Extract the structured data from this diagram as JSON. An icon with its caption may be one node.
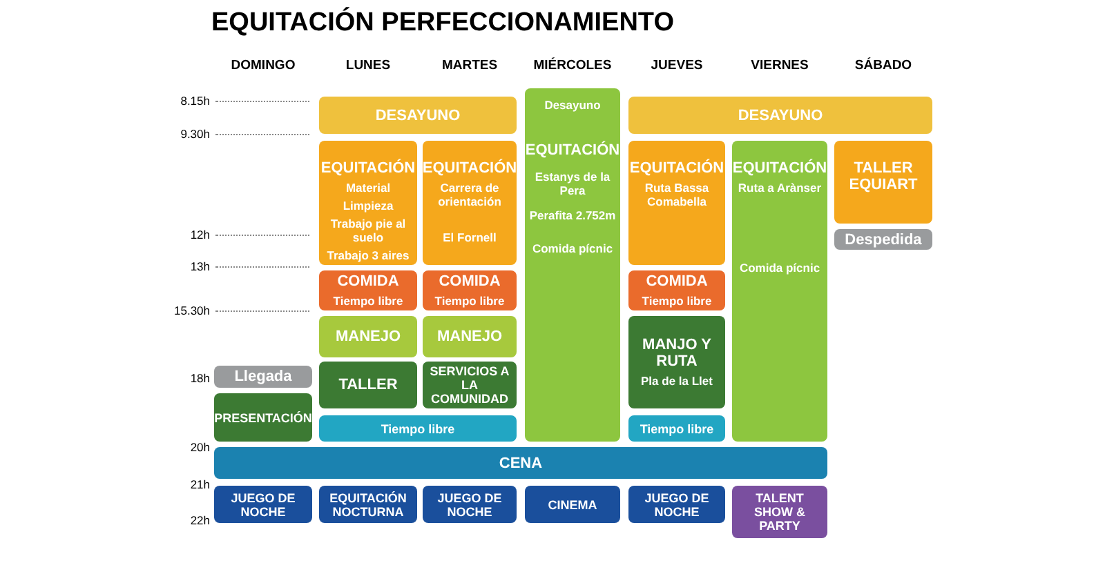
{
  "diagram": {
    "title": "EQUITACIÓN PERFECCIONAMIENTO",
    "nodes": [
      {
        "text": [
          "DESAYUNO"
        ]
      },
      {
        "text": [
          "Desayuno",
          "EQUITACIÓN",
          "Estanys de la Pera",
          "Perafita 2.752m",
          "Comida pícnic"
        ]
      },
      {
        "text": [
          "DESAYUNO"
        ]
      },
      {
        "text": [
          "EQUITACIÓN",
          "Material",
          "Limpieza",
          "Trabajo pie al suelo",
          "Trabajo 3 aires"
        ]
      },
      {
        "text": [
          "EQUITACIÓN",
          "Carrera de orientación",
          "El Fornell"
        ]
      },
      {
        "text": [
          "EQUITACIÓN",
          "Ruta Bassa Comabella"
        ]
      },
      {
        "text": [
          "EQUITACIÓN",
          "Ruta a Arànser",
          "Comida pícnic"
        ]
      },
      {
        "text": [
          "TALLER EQUIART"
        ]
      },
      {
        "text": [
          "Despedida"
        ]
      },
      {
        "text": [
          "COMIDA",
          "Tiempo libre"
        ]
      },
      {
        "text": [
          "COMIDA",
          "Tiempo libre"
        ]
      },
      {
        "text": [
          "COMIDA",
          "Tiempo libre"
        ]
      },
      {
        "text": [
          "MANEJO"
        ]
      },
      {
        "text": [
          "MANEJO"
        ]
      },
      {
        "text": [
          "MANJO Y RUTA",
          "Pla de la Llet"
        ]
      },
      {
        "text": [
          "Llegada"
        ]
      },
      {
        "text": [
          "PRESENTACIÓN"
        ]
      },
      {
        "text": [
          "TALLER"
        ]
      },
      {
        "text": [
          "SERVICIOS A LA COMUNIDAD"
        ]
      },
      {
        "text": [
          "Tiempo libre"
        ]
      },
      {
        "text": [
          "Tiempo libre"
        ]
      },
      {
        "text": [
          "CENA"
        ]
      },
      {
        "text": [
          "JUEGO DE NOCHE"
        ]
      },
      {
        "text": [
          "EQUITACIÓN NOCTURNA"
        ]
      },
      {
        "text": [
          "JUEGO DE NOCHE"
        ]
      },
      {
        "text": [
          "CINEMA"
        ]
      },
      {
        "text": [
          "JUEGO DE NOCHE"
        ]
      },
      {
        "text": [
          "TALENT SHOW & PARTY"
        ]
      }
    ],
    "labels": [
      "DOMINGO",
      "LUNES",
      "MARTES",
      "MIÉRCOLES",
      "JUEVES",
      "VIERNES",
      "SÁBADO",
      "8.15h",
      "9.30h",
      "12h",
      "13h",
      "15.30h",
      "18h",
      "20h",
      "21h",
      "22h"
    ]
  }
}
